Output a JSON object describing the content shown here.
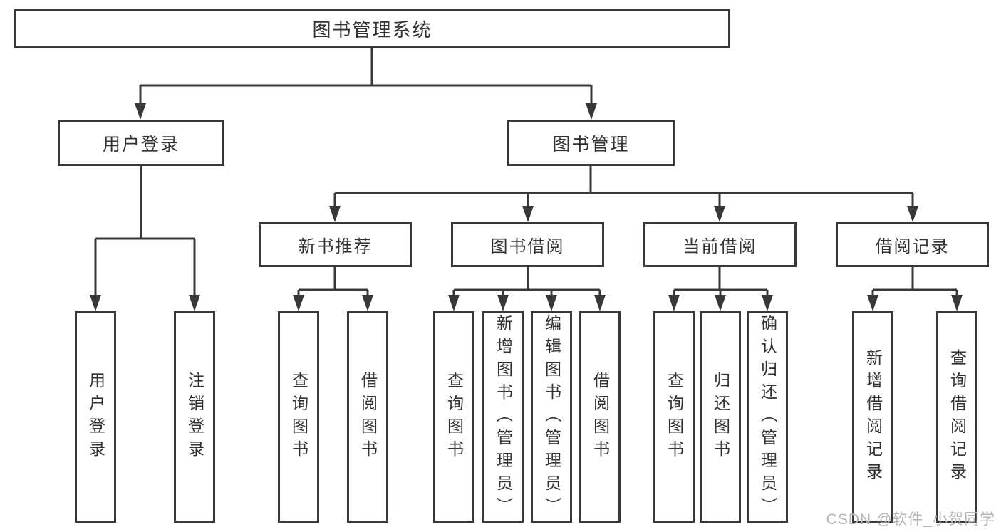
{
  "diagram": {
    "root": {
      "label": "图书管理系统",
      "children": [
        {
          "label": "用户登录",
          "children": [
            {
              "label": "用户登录"
            },
            {
              "label": "注销登录"
            }
          ]
        },
        {
          "label": "图书管理",
          "children": [
            {
              "label": "新书推荐",
              "children": [
                {
                  "label": "查询图书"
                },
                {
                  "label": "借阅图书"
                }
              ]
            },
            {
              "label": "图书借阅",
              "children": [
                {
                  "label": "查询图书"
                },
                {
                  "label": "新增图书（管理员）"
                },
                {
                  "label": "编辑图书（管理员）"
                },
                {
                  "label": "借阅图书"
                }
              ]
            },
            {
              "label": "当前借阅",
              "children": [
                {
                  "label": "查询图书"
                },
                {
                  "label": "归还图书"
                },
                {
                  "label": "确认归还（管理员）"
                }
              ]
            },
            {
              "label": "借阅记录",
              "children": [
                {
                  "label": "新增借阅记录"
                },
                {
                  "label": "查询借阅记录"
                }
              ]
            }
          ]
        }
      ]
    }
  },
  "watermark": {
    "text": "CSDN @软件_小贺同学"
  },
  "colors": {
    "line": "#383838",
    "text": "#333333",
    "background": "#ffffff",
    "watermark": "#b5b5b5"
  }
}
